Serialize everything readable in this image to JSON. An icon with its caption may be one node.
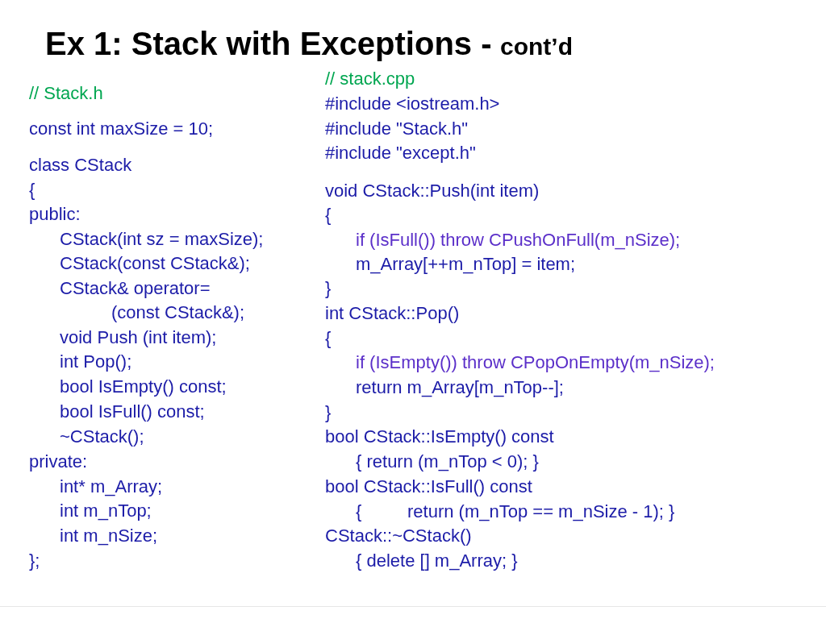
{
  "diagram": {
    "title": "Ex 1: Stack with Exceptions -",
    "labels": [
      "cont’d",
      "// Stack.h",
      "const int maxSize = 10;",
      "class CStack",
      "{",
      "public:",
      "CStack(int sz = maxSize);",
      "CStack(const CStack&);",
      "CStack& operator=",
      "(const CStack&);",
      "void Push (int item);",
      "int Pop();",
      "bool IsEmpty() const;",
      "bool IsFull() const;",
      "~CStack();",
      "private:",
      "int* m_Array;",
      "int m_nTop;",
      "int m_nSize;",
      "};",
      "// stack.cpp",
      "#include <iostream.h>",
      "#include \"Stack.h\"",
      "#include \"except.h\"",
      "void CStack::Push(int item)",
      "{",
      "if (IsFull()) throw CPushOnFull(m_nSize);",
      "m_Array[++m_nTop] = item;",
      "}",
      "int CStack::Pop()",
      "{",
      "if (IsEmpty()) throw CPopOnEmpty(m_nSize);",
      "return m_Array[m_nTop--];",
      "}",
      "bool CStack::IsEmpty() const",
      "{ return (m_nTop < 0); }",
      "bool CStack::IsFull() const",
      "{",
      "return (m_nTop == m_nSize - 1); }",
      "CStack::~CStack()",
      "{ delete [] m_Array; }"
    ]
  }
}
